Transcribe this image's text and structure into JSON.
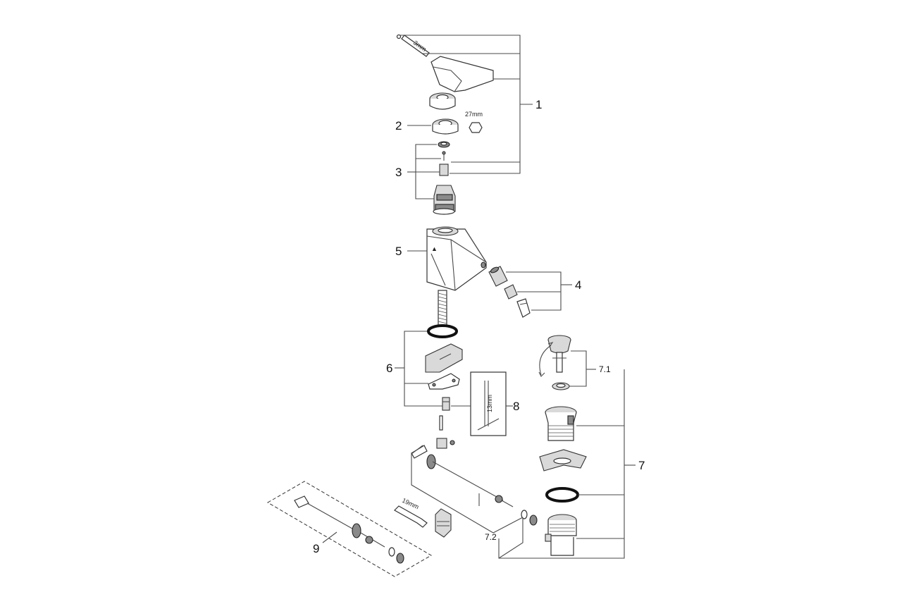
{
  "callouts": {
    "c1": "1",
    "c2": "2",
    "c3": "3",
    "c4": "4",
    "c5": "5",
    "c6": "6",
    "c7": "7",
    "c7_1": "7.1",
    "c7_2": "7.2",
    "c8": "8",
    "c9": "9"
  },
  "dimensions": {
    "allen_key": "3mm",
    "hex_nut": "27mm",
    "rod_length": "13mm",
    "wrench": "19mm"
  }
}
